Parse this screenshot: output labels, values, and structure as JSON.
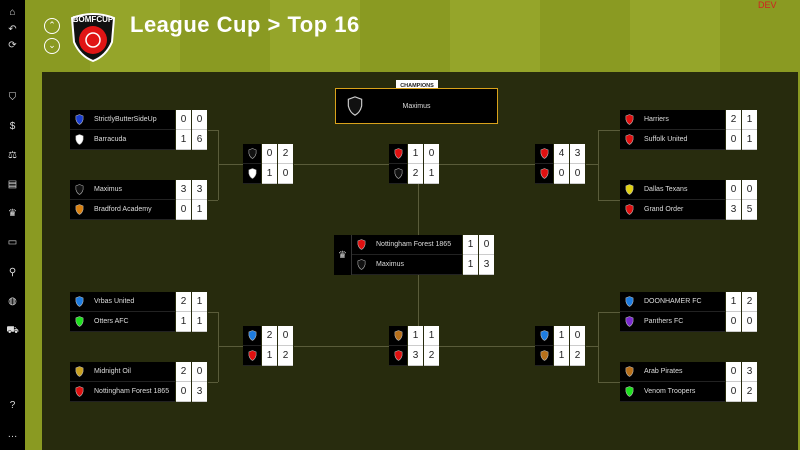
{
  "header": {
    "title": "League Cup > Top 16",
    "logo_text": "BOMFCUP",
    "dev_label": "DEV"
  },
  "sidebar": {
    "top": [
      "home-icon",
      "back-icon",
      "refresh-icon"
    ],
    "items": [
      "club-icon",
      "finances-icon",
      "training-icon",
      "tactics-icon",
      "trophy-icon",
      "calendar-icon",
      "search-icon",
      "world-icon",
      "shop-icon"
    ],
    "bottom": [
      "help-icon",
      "more-icon"
    ]
  },
  "champions": {
    "label": "CHAMPIONS",
    "team": "Maximus",
    "shield": "#111111"
  },
  "colors": {
    "panel": "#1a1b0a",
    "champion_border": "#d9a21b"
  },
  "round16_left": [
    {
      "teams": [
        {
          "name": "StrictlyButterSideUp",
          "shield": "#1b3fd0",
          "s": [
            "0",
            "0"
          ]
        },
        {
          "name": "Barracuda",
          "shield": "#ffffff",
          "s": [
            "1",
            "6"
          ]
        }
      ]
    },
    {
      "teams": [
        {
          "name": "Maximus",
          "shield": "#111111",
          "s": [
            "3",
            "3"
          ]
        },
        {
          "name": "Bradford Academy",
          "shield": "#d9800f",
          "s": [
            "0",
            "1"
          ]
        }
      ]
    },
    {
      "teams": [
        {
          "name": "Vrbas United",
          "shield": "#1e7ce0",
          "s": [
            "2",
            "1"
          ]
        },
        {
          "name": "Otters AFC",
          "shield": "#1ee01e",
          "s": [
            "1",
            "1"
          ]
        }
      ]
    },
    {
      "teams": [
        {
          "name": "Midnight Oil",
          "shield": "#c8a020",
          "s": [
            "2",
            "0"
          ]
        },
        {
          "name": "Nottingham Forest 1865",
          "shield": "#e01010",
          "s": [
            "0",
            "3"
          ]
        }
      ]
    }
  ],
  "round16_right": [
    {
      "teams": [
        {
          "name": "Harriers",
          "shield": "#e01010",
          "s": [
            "2",
            "1"
          ]
        },
        {
          "name": "Suffolk United",
          "shield": "#e01010",
          "s": [
            "0",
            "1"
          ]
        }
      ]
    },
    {
      "teams": [
        {
          "name": "Dallas Texans",
          "shield": "#e0d010",
          "s": [
            "0",
            "0"
          ]
        },
        {
          "name": "Grand Order",
          "shield": "#e01010",
          "s": [
            "3",
            "5"
          ]
        }
      ]
    },
    {
      "teams": [
        {
          "name": "DOONHAMER FC",
          "shield": "#1e7ce0",
          "s": [
            "1",
            "2"
          ]
        },
        {
          "name": "Panthers FC",
          "shield": "#7a2ad0",
          "s": [
            "0",
            "0"
          ]
        }
      ]
    },
    {
      "teams": [
        {
          "name": "Arab Pirates",
          "shield": "#b8701a",
          "s": [
            "0",
            "3"
          ]
        },
        {
          "name": "Venom Troopers",
          "shield": "#1ee01e",
          "s": [
            "0",
            "2"
          ]
        }
      ]
    }
  ],
  "quarter_finals": [
    {
      "teams": [
        {
          "shield": "#111111",
          "s": [
            "0",
            "2"
          ]
        },
        {
          "shield": "#ffffff",
          "s": [
            "1",
            "0"
          ]
        }
      ]
    },
    {
      "teams": [
        {
          "shield": "#1e7ce0",
          "s": [
            "2",
            "0"
          ]
        },
        {
          "shield": "#e01010",
          "s": [
            "1",
            "2"
          ]
        }
      ]
    },
    {
      "teams": [
        {
          "shield": "#e01010",
          "s": [
            "4",
            "3"
          ]
        },
        {
          "shield": "#e01010",
          "s": [
            "0",
            "0"
          ]
        }
      ]
    },
    {
      "teams": [
        {
          "shield": "#1e7ce0",
          "s": [
            "1",
            "0"
          ]
        },
        {
          "shield": "#b8701a",
          "s": [
            "1",
            "2"
          ]
        }
      ]
    }
  ],
  "semi_finals": [
    {
      "teams": [
        {
          "shield": "#e01010",
          "s": [
            "1",
            "0"
          ]
        },
        {
          "shield": "#111111",
          "s": [
            "2",
            "1"
          ]
        }
      ]
    },
    {
      "teams": [
        {
          "shield": "#b8701a",
          "s": [
            "1",
            "1"
          ]
        },
        {
          "shield": "#e01010",
          "s": [
            "3",
            "2"
          ]
        }
      ]
    }
  ],
  "final": {
    "teams": [
      {
        "name": "Nottingham Forest 1865",
        "shield": "#e01010",
        "s": [
          "1",
          "0"
        ]
      },
      {
        "name": "Maximus",
        "shield": "#111111",
        "s": [
          "1",
          "3"
        ]
      }
    ]
  }
}
